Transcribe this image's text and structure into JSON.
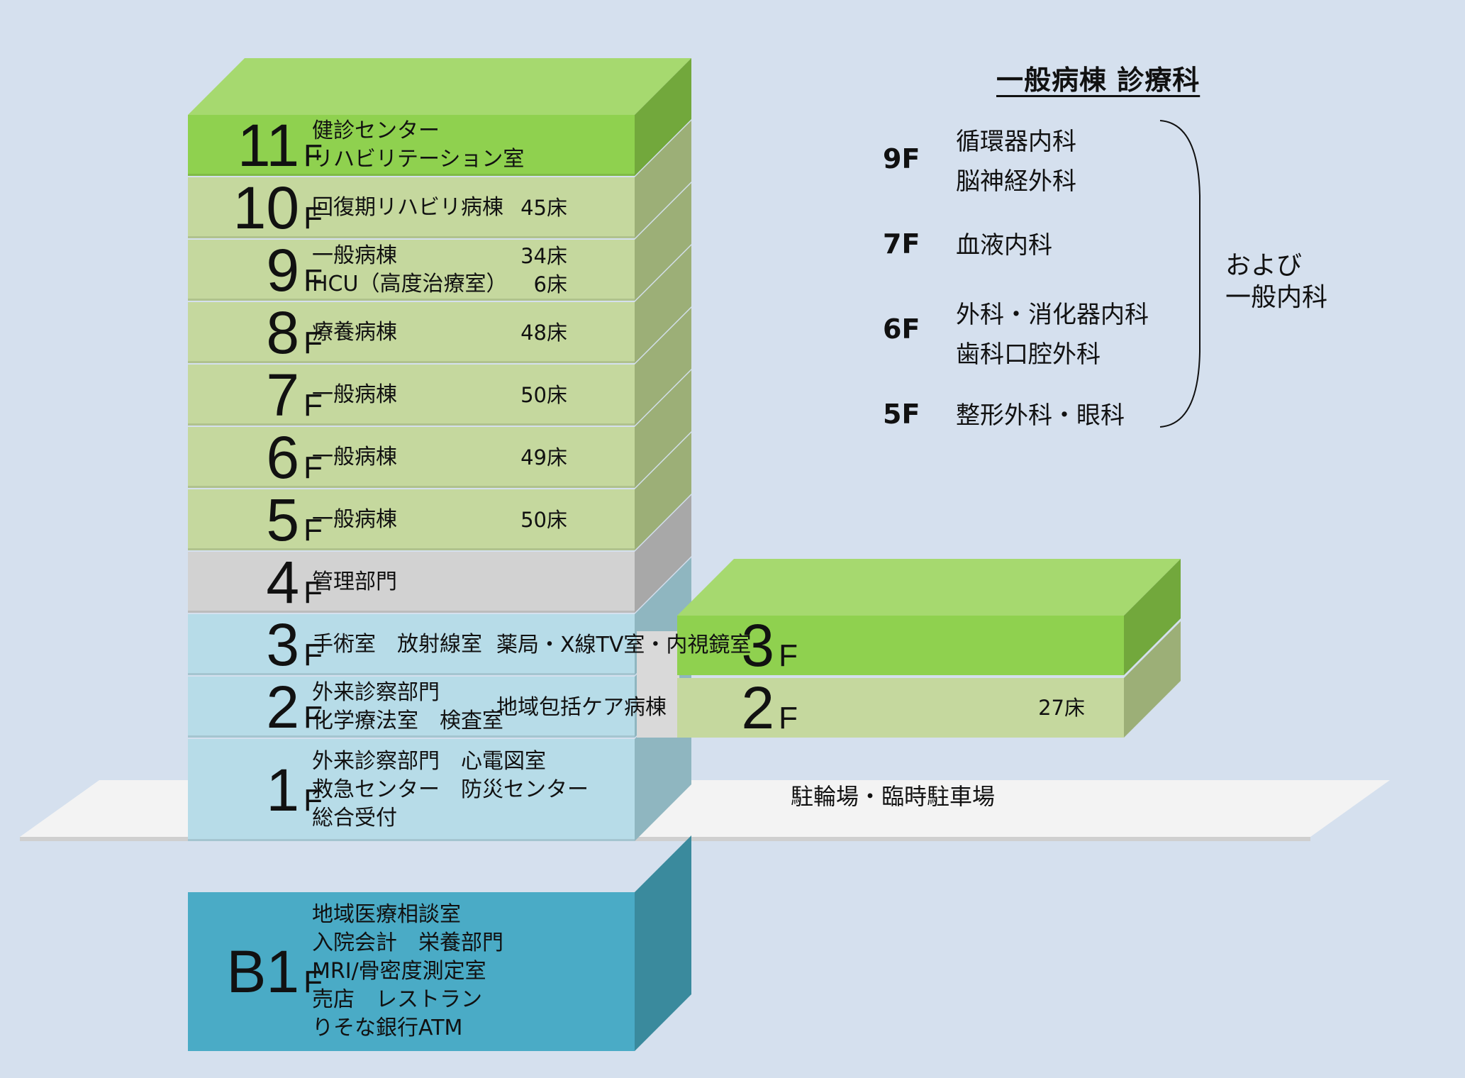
{
  "colors": {
    "background": "#d5e0ee",
    "ward_front": "#c5d89e",
    "ward_side": "#9caf77",
    "top_front": "#8fd14f",
    "top_roof": "#a6d96f",
    "top_side": "#72a83c",
    "admin_front": "#d2d2d2",
    "admin_side": "#a8a8a8",
    "outpatient_front": "#b7dce8",
    "outpatient_side": "#8fb6c0",
    "basement_front": "#4aabc6",
    "basement_side": "#3a8a9d",
    "ground_plate": "#f3f3f3"
  },
  "main_building": {
    "floors": [
      {
        "num": "11",
        "unit": "F",
        "lines": [
          "健診センター",
          "リハビリテーション室"
        ],
        "beds": []
      },
      {
        "num": "10",
        "unit": "F",
        "lines": [
          "回復期リハビリ病棟"
        ],
        "beds": [
          "45床"
        ]
      },
      {
        "num": "9",
        "unit": "F",
        "lines": [
          "一般病棟",
          "HCU（高度治療室）"
        ],
        "beds": [
          "34床",
          "6床"
        ]
      },
      {
        "num": "8",
        "unit": "F",
        "lines": [
          "療養病棟"
        ],
        "beds": [
          "48床"
        ]
      },
      {
        "num": "7",
        "unit": "F",
        "lines": [
          "一般病棟"
        ],
        "beds": [
          "50床"
        ]
      },
      {
        "num": "6",
        "unit": "F",
        "lines": [
          "一般病棟"
        ],
        "beds": [
          "49床"
        ]
      },
      {
        "num": "5",
        "unit": "F",
        "lines": [
          "一般病棟"
        ],
        "beds": [
          "50床"
        ]
      },
      {
        "num": "4",
        "unit": "F",
        "lines": [
          "管理部門"
        ],
        "beds": []
      },
      {
        "num": "3",
        "unit": "F",
        "lines": [
          "手術室　放射線室"
        ],
        "beds": []
      },
      {
        "num": "2",
        "unit": "F",
        "lines": [
          "外来診察部門",
          "化学療法室　検査室"
        ],
        "beds": []
      },
      {
        "num": "1",
        "unit": "F",
        "lines": [
          "外来診察部門　心電図室",
          "救急センター　防災センター",
          "総合受付"
        ],
        "beds": []
      }
    ],
    "basement": {
      "num": "B1",
      "unit": "F",
      "lines": [
        "地域医療相談室",
        "入院会計　栄養部門",
        "MRI/骨密度測定室",
        "売店　レストラン",
        "りそな銀行ATM"
      ]
    }
  },
  "annex": {
    "floors": [
      {
        "num": "3",
        "unit": "F",
        "lines": [
          "薬局・X線TV室・内視鏡室"
        ],
        "beds": []
      },
      {
        "num": "2",
        "unit": "F",
        "lines": [
          "地域包括ケア病棟"
        ],
        "beds": [
          "27床"
        ]
      }
    ]
  },
  "ground_label": "駐輪場・臨時駐車場",
  "departments": {
    "title": "一般病棟  診療科",
    "rows": [
      {
        "floor": "9F",
        "lines": [
          "循環器内科",
          "脳神経外科"
        ]
      },
      {
        "floor": "7F",
        "lines": [
          "血液内科"
        ]
      },
      {
        "floor": "6F",
        "lines": [
          "外科・消化器内科",
          "歯科口腔外科"
        ]
      },
      {
        "floor": "5F",
        "lines": [
          "整形外科・眼科"
        ]
      }
    ],
    "note_lines": [
      "および",
      "一般内科"
    ]
  }
}
